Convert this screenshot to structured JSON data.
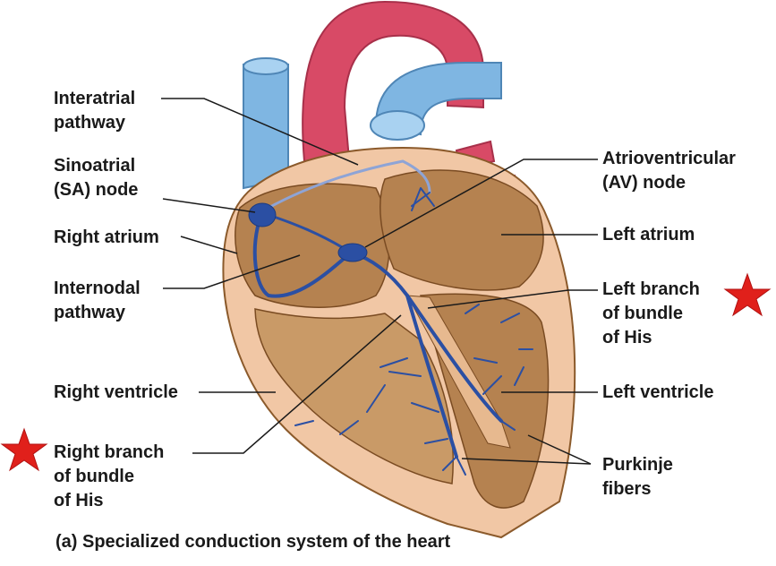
{
  "labels": {
    "interatrial_pathway": "Interatrial\npathway",
    "sa_node": "Sinoatrial\n(SA) node",
    "right_atrium": "Right atrium",
    "internodal_pathway": "Internodal\npathway",
    "right_ventricle": "Right ventricle",
    "right_branch": "Right branch\nof bundle\nof His",
    "av_node": "Atrioventricular\n(AV) node",
    "left_atrium": "Left atrium",
    "left_branch": "Left branch\nof bundle\nof His",
    "left_ventricle": "Left ventricle",
    "purkinje_fibers": "Purkinje\nfibers"
  },
  "caption": "(a) Specialized conduction system of the heart",
  "colors": {
    "muscle": "#b58250",
    "muscle_light": "#c99a67",
    "outer_wall": "#f1c7a5",
    "conduction": "#2b4fa3",
    "aorta": "#d84a66",
    "vein": "#7fb6e2",
    "star": "#e0201b",
    "leader": "#1a1a1a"
  },
  "icons": [
    "star-icon"
  ]
}
